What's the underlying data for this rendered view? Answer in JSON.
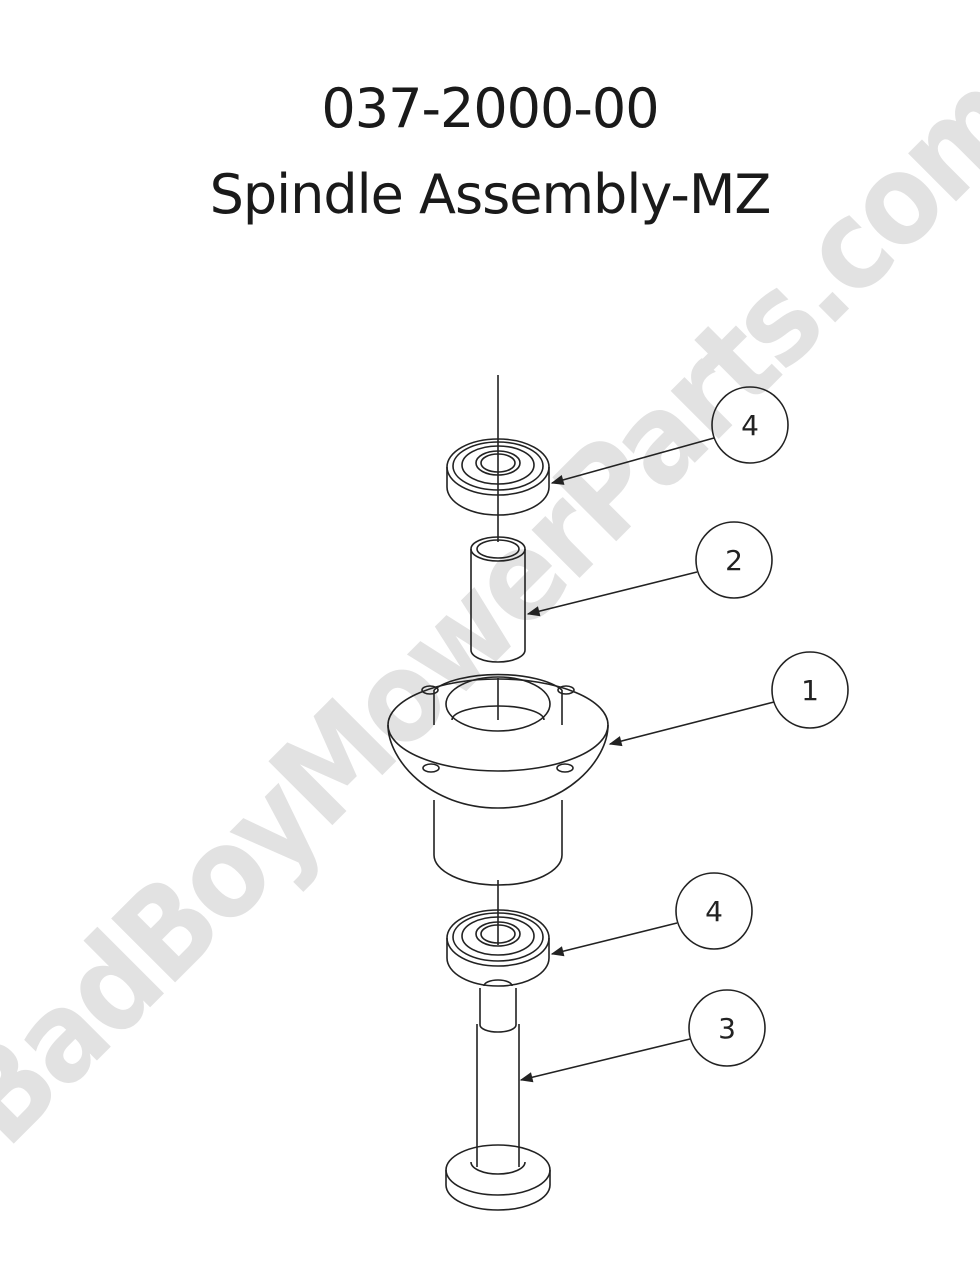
{
  "header": {
    "part_number": "037-2000-00",
    "assembly_name": "Spindle Assembly-MZ"
  },
  "watermark": {
    "text": "BadBoyMowerParts.com",
    "color": "#e2e2e2"
  },
  "diagram": {
    "line_color": "#222222",
    "callouts": [
      {
        "id": "callout-top-bearing",
        "number": "4",
        "part": "bearing (top)"
      },
      {
        "id": "callout-spacer",
        "number": "2",
        "part": "spacer tube"
      },
      {
        "id": "callout-housing",
        "number": "1",
        "part": "spindle housing"
      },
      {
        "id": "callout-bottom-bearing",
        "number": "4",
        "part": "bearing (bottom)"
      },
      {
        "id": "callout-shaft",
        "number": "3",
        "part": "spindle shaft"
      }
    ]
  }
}
